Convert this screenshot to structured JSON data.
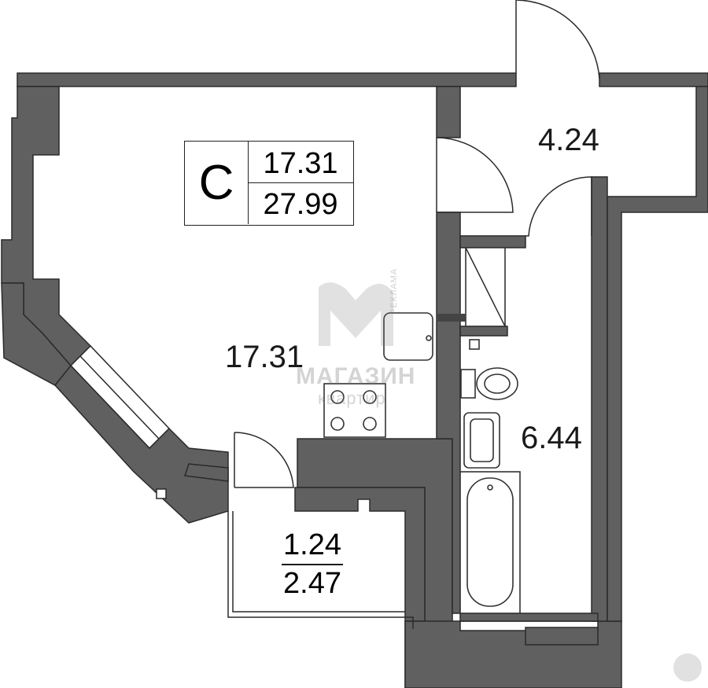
{
  "apartment": {
    "type_letter": "С",
    "living_area": "17.31",
    "total_area": "27.99"
  },
  "rooms": {
    "living_room_area": "17.31",
    "hallway_area": "4.24",
    "bathroom_area": "6.44",
    "balcony_area": "1.24",
    "balcony_area_total": "2.47"
  },
  "watermark": {
    "brand": "МАГАЗИН",
    "subtitle": "квартир",
    "side_text": "РЕКЛАМА",
    "logo_icon": "house-logo-icon"
  },
  "colors": {
    "wall": "#606060",
    "outline": "#2a2a2a",
    "background": "#ffffff"
  }
}
